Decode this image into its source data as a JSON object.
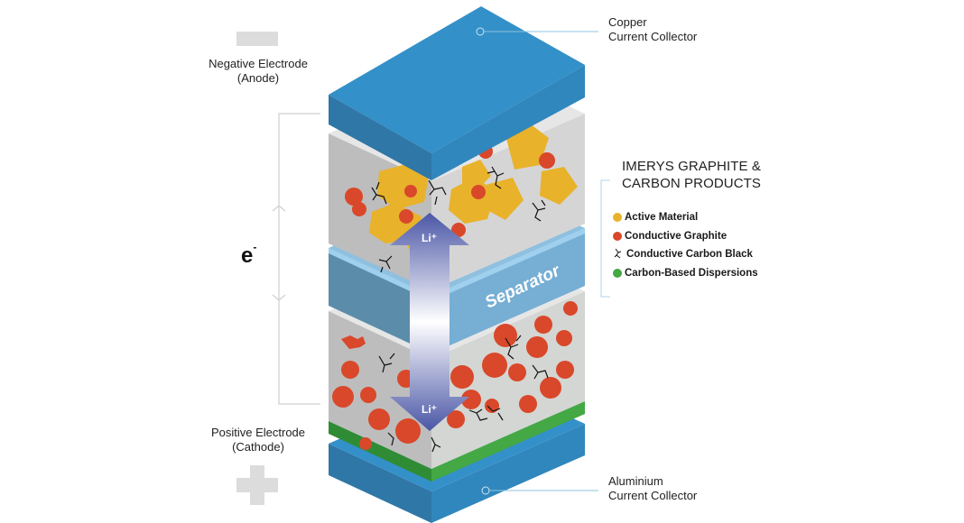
{
  "labels": {
    "copper": [
      "Copper",
      "Current Collector"
    ],
    "anode": [
      "Negative Electrode",
      "(Anode)"
    ],
    "cathode": [
      "Positive Electrode",
      "(Cathode)"
    ],
    "aluminium": [
      "Aluminium",
      "Current Collector"
    ],
    "separator": "Separator",
    "li_ion_up": "Li⁺",
    "li_ion_down": "Li⁺",
    "electron": "e",
    "electron_sup": "-"
  },
  "legend": {
    "title": [
      "IMERYS GRAPHITE &",
      "CARBON PRODUCTS"
    ],
    "items": [
      {
        "label": "Active Material",
        "icon": "yellow-dot-icon",
        "color": "#e8b22a"
      },
      {
        "label": "Conductive Graphite",
        "icon": "red-dot-icon",
        "color": "#d9482a"
      },
      {
        "label": "Conductive Carbon Black",
        "icon": "carbon-black-branch-icon",
        "color": "#111111"
      },
      {
        "label": "Carbon-Based Dispersions",
        "icon": "green-dot-icon",
        "color": "#44a844"
      }
    ]
  },
  "colors": {
    "collector_top": "#3490c8",
    "collector_left": "#2f77a6",
    "collector_right": "#3087bd",
    "separator_left": "#5b8dab",
    "separator_right": "#76aed4",
    "separator_top": "#8fc0e0",
    "electrode_left": "#bdbdbd",
    "electrode_right": "#d8d8d8",
    "electrode_top": "#e4e4e4",
    "green_layer": "#3d9c3e",
    "arrow_dark": "#4a5aa8",
    "symbol_gray": "#dcdcdc",
    "leader_line": "#8cc4e0"
  }
}
